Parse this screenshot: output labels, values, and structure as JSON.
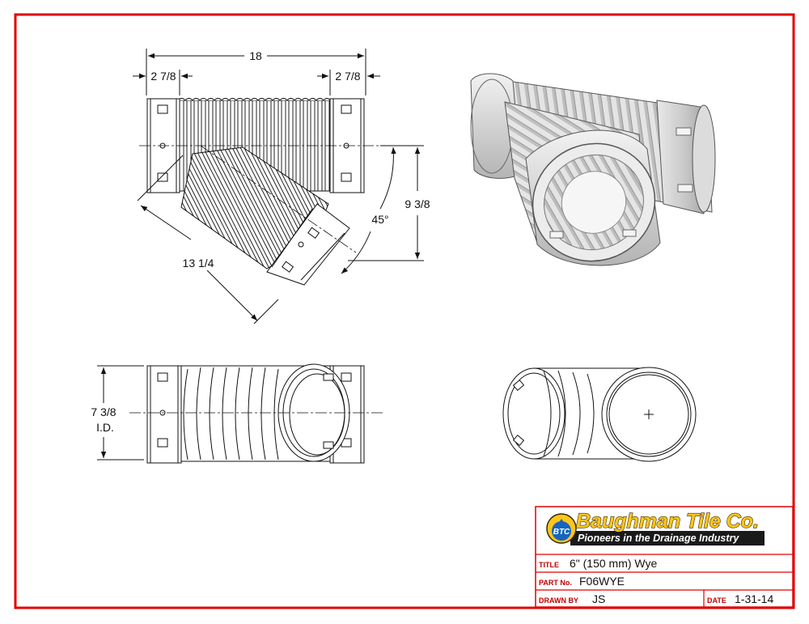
{
  "dimensions": {
    "overall_length": "18",
    "left_hub": "2 7/8",
    "right_hub": "2 7/8",
    "height": "9 3/8",
    "angle": "45°",
    "branch_length": "13 1/4",
    "id_value": "7 3/8",
    "id_label": "I.D."
  },
  "logo": {
    "company": "Baughman Tile Co.",
    "tagline": "Pioneers in the Drainage Industry",
    "badge": "BTC"
  },
  "title_block": {
    "title_label": "TITLE",
    "title_value": "6\" (150 mm) Wye",
    "part_label": "PART No.",
    "part_value": "F06WYE",
    "drawn_label": "DRAWN BY",
    "drawn_value": "JS",
    "date_label": "DATE",
    "date_value": "1-31-14"
  },
  "colors": {
    "border": "#e00000",
    "logo_yellow": "#ffc61a",
    "logo_dark": "#1a1a1a"
  }
}
